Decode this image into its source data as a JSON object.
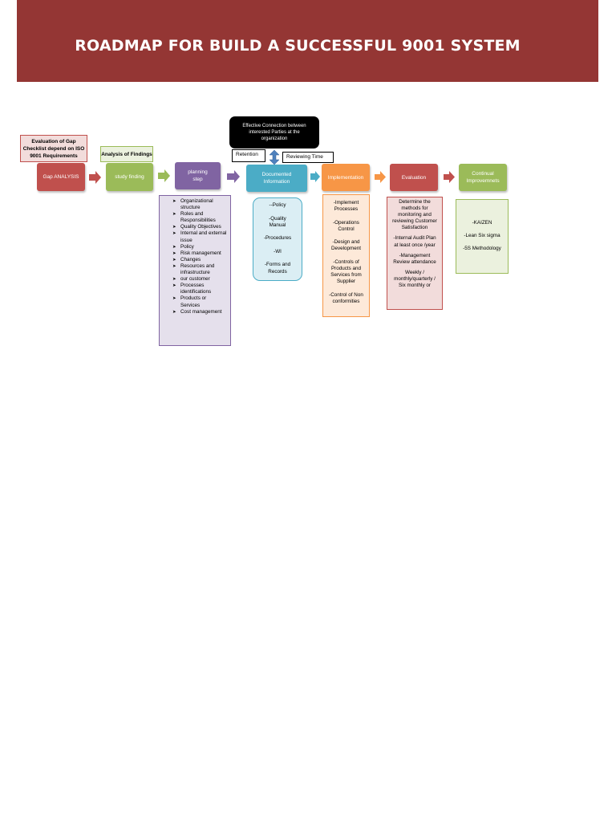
{
  "title": "ROADMAP FOR BUILD A SUCCESSFUL 9001 SYSTEM",
  "colors": {
    "banner": "#943634",
    "red": "#c0504d",
    "green": "#9bbb59",
    "purple": "#8064a2",
    "blue": "#4bacc6",
    "orange": "#f79646"
  },
  "notes": {
    "gap_note": "Evaluation of Gap Checklist depend on ISO 9001 Requirements",
    "findings_note": "Analysis of Findings"
  },
  "steps": [
    {
      "label": "Gap ANALYSIS"
    },
    {
      "label": "study finding"
    },
    {
      "label": "planning step"
    },
    {
      "label": "Documented Information"
    },
    {
      "label": "Implementation"
    },
    {
      "label": "Evaluation"
    },
    {
      "label": "Continual Improvemnets"
    }
  ],
  "callout": {
    "text": "Effective Connection between interested Parties at the organization",
    "retention": "Retention",
    "reviewing_time": "Reviewing Time"
  },
  "planning_items": [
    "Organizational structure",
    "Roles and Responsibilities",
    "Quality Objectives",
    "Internal and external issue",
    "Policy",
    "Risk management",
    "Changes",
    "Resources and infrastructure",
    " our customer",
    "Processes identifications",
    "Products or Services",
    "Cost management"
  ],
  "documented_items": [
    "--Policy",
    "-Quality Manual",
    "-Procedures",
    "-WI",
    "-Forms and Records"
  ],
  "implementation_items": [
    "-Implement Processes",
    "-Operations Control",
    "-Design and Development",
    "-Controls of Products and Services from Supplier",
    "-Control of Non conformities"
  ],
  "evaluation_items": [
    "Determine the methods for monitoring and reviewing Customer Satisfaction",
    "-Internal Audit Plan at least once /year",
    "-Management Review attendance",
    "Weekly / monthly/quarterly / Six monthly or"
  ],
  "improvement_items": [
    "-KAIZEN",
    "-Lean Six sigma",
    "-5S Methodology"
  ]
}
